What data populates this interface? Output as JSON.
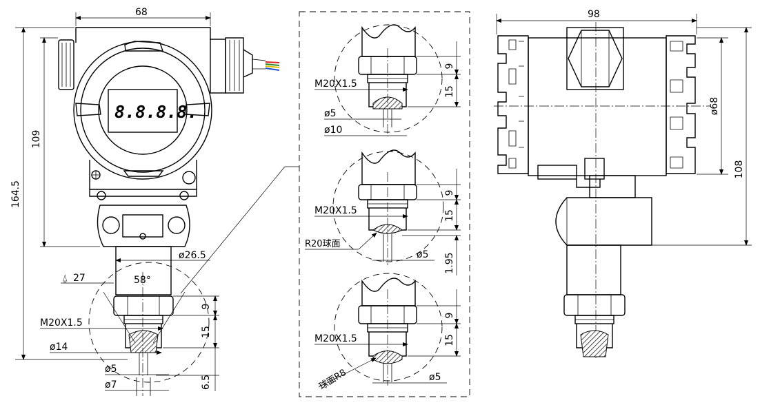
{
  "front_view": {
    "width_dim": "68",
    "height_dim": "109",
    "total_height_dim": "164.5",
    "display_text": "8.8.8.8.",
    "neck_dia": "ø26.5",
    "wrench": "27",
    "angle": "58°",
    "thread": "M20X1.5",
    "hex_dim": "9",
    "thread_len": "15",
    "tip_len": "6.5",
    "dia_a": "ø14",
    "dia_b": "ø5",
    "dia_c": "ø7"
  },
  "detail_a": {
    "thread": "M20X1.5",
    "hex_dim": "9",
    "thread_len": "15",
    "dia_a": "ø5",
    "dia_b": "ø10"
  },
  "detail_b": {
    "thread": "M20X1.5",
    "hex_dim": "9",
    "thread_len": "15",
    "sphere": "R20球面",
    "dia": "ø5",
    "tip_len": "1.95"
  },
  "detail_c": {
    "thread": "M20X1.5",
    "hex_dim": "9",
    "thread_len": "15",
    "sphere": "球面R8",
    "dia": "ø5"
  },
  "side_view": {
    "width_dim": "98",
    "dia": "ø68",
    "height_dim": "108"
  },
  "colors": {
    "wire_1": "#e02020",
    "wire_2": "#2a8a2a",
    "wire_3": "#e0c000",
    "wire_4": "#2050d0"
  }
}
